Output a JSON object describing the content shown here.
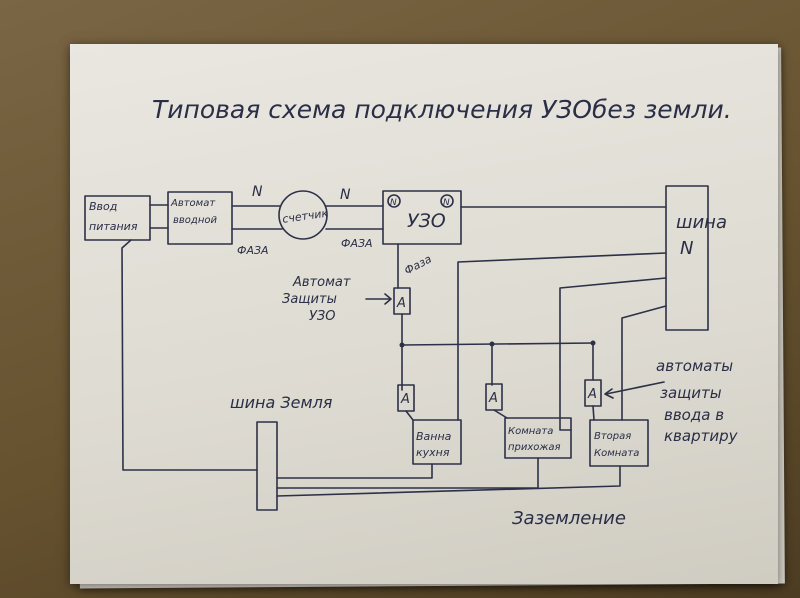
{
  "title": "Типовая схема подключения УЗОбез земли.",
  "boxes": {
    "input_power": "Ввод питания",
    "input_breaker": "Автомат вводной",
    "meter": "счетчик",
    "rcd": "УЗО",
    "rcd_n_left": "N",
    "rcd_n_right": "N",
    "bus_n": "шина N",
    "rcd_breaker": "A",
    "group_breaker_1": "A",
    "group_breaker_2": "A",
    "group_breaker_3": "A",
    "load_1": "Ванна кухня",
    "load_2": "Комната прихожая",
    "load_3": "Вторая Комната"
  },
  "labels": {
    "n_1": "N",
    "n_2": "N",
    "phase_1": "ФАЗА",
    "phase_2": "ФАЗА",
    "phase_3": "Фаза",
    "rcd_protection": "Автомат защиты УЗО",
    "bus_ground": "шина Земля",
    "group_protection": "автоматы защиты ввода в квартиру",
    "grounding": "Заземление"
  }
}
